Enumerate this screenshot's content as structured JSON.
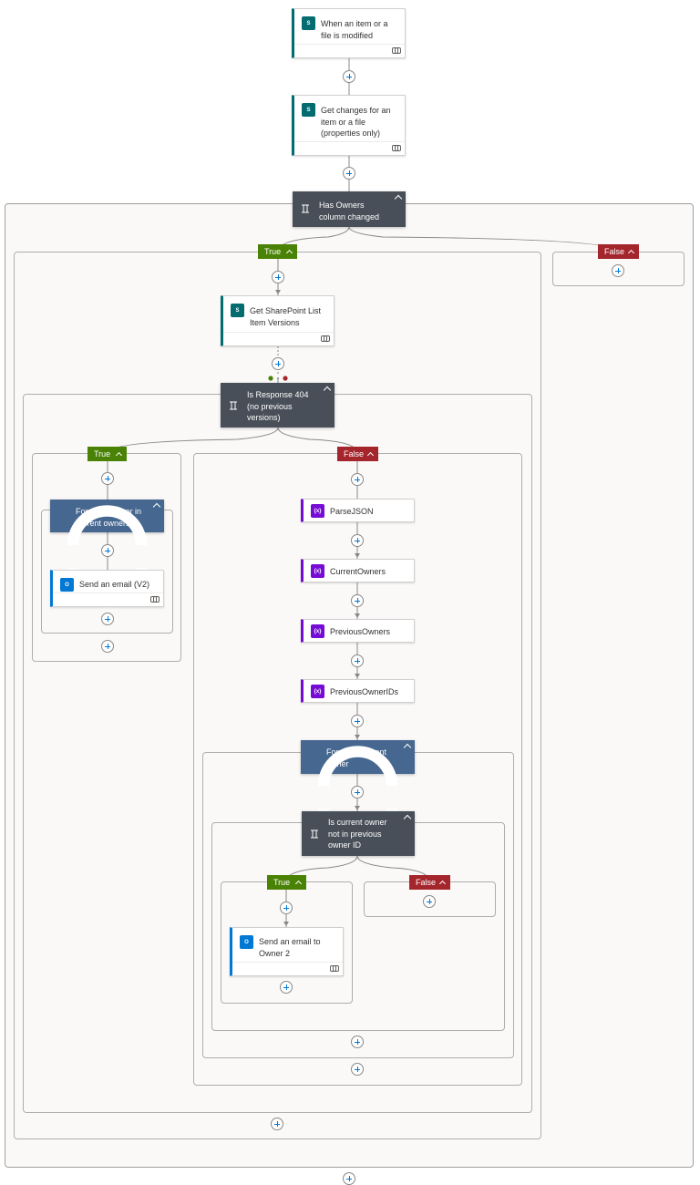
{
  "trigger": {
    "title": "When an item or a file is modified",
    "icon": "sharepoint-icon"
  },
  "get_changes": {
    "title": "Get changes for an item or a file (properties only)",
    "icon": "sharepoint-icon"
  },
  "condition_owners": {
    "title": "Has Owners column changed",
    "icon": "condition-icon"
  },
  "branch_labels": {
    "true": "True",
    "false": "False"
  },
  "get_versions": {
    "title": "Get SharePoint List Item Versions",
    "icon": "sharepoint-icon"
  },
  "condition_404": {
    "title": "Is Response 404 (no previous versions)",
    "icon": "condition-icon"
  },
  "foreach_owners": {
    "title": "For each owner in current owners",
    "icon": "loop-icon"
  },
  "send_email_v2": {
    "title": "Send an email (V2)",
    "icon": "outlook-icon"
  },
  "variables": [
    {
      "title": "ParseJSON",
      "icon": "variable-icon"
    },
    {
      "title": "CurrentOwners",
      "icon": "variable-icon"
    },
    {
      "title": "PreviousOwners",
      "icon": "variable-icon"
    },
    {
      "title": "PreviousOwnerIDs",
      "icon": "variable-icon"
    }
  ],
  "foreach_current": {
    "title": "For each current owner",
    "icon": "loop-icon"
  },
  "condition_current": {
    "title": "Is current owner not in previous owner ID",
    "icon": "condition-icon"
  },
  "send_email_owner2": {
    "title": "Send an email to Owner 2",
    "icon": "outlook-icon"
  },
  "colors": {
    "true": "#498205",
    "false": "#a4262c",
    "sharepoint": "#036c70",
    "variable": "#770bd6",
    "outlook": "#0078d4",
    "condition": "#484f58",
    "loop": "#46678f"
  }
}
